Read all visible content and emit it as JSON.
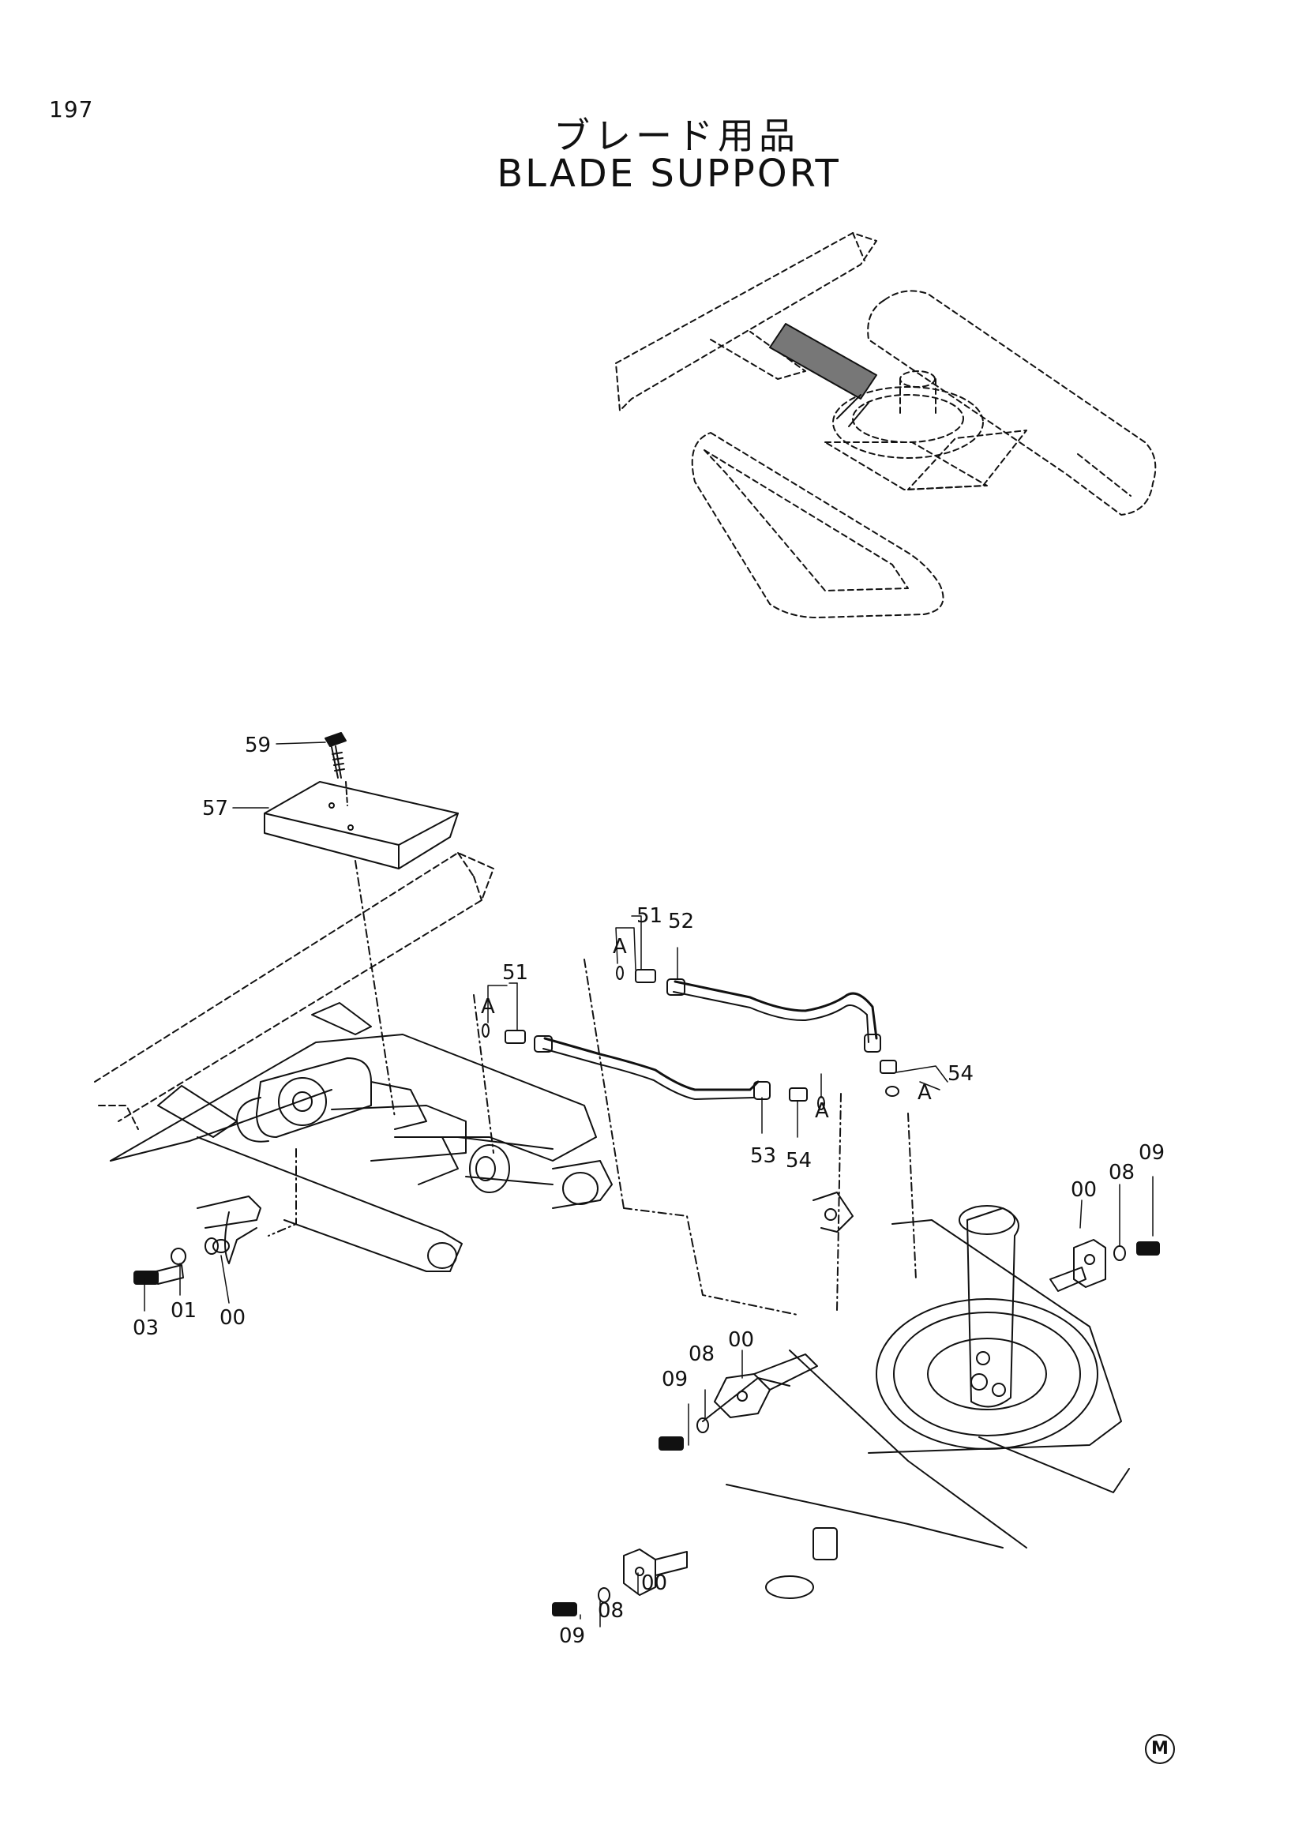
{
  "page_number": "197",
  "title": {
    "ja": "ブレード用品",
    "en": "BLADE SUPPORT"
  },
  "copyright_mark": "M",
  "callouts": {
    "c59": "59",
    "c57": "57",
    "c51a": "51",
    "c51b": "51",
    "c52": "52",
    "c53": "53",
    "c54a": "54",
    "c54b": "54",
    "aa": "A",
    "ab": "A",
    "ac": "A",
    "ad": "A",
    "c00a": "00",
    "c01": "01",
    "c03": "03",
    "c00b": "00",
    "c08a": "08",
    "c09a": "09",
    "c00c": "00",
    "c08b": "08",
    "c09b": "09",
    "c00d": "00",
    "c08c": "08",
    "c09c": "09"
  }
}
